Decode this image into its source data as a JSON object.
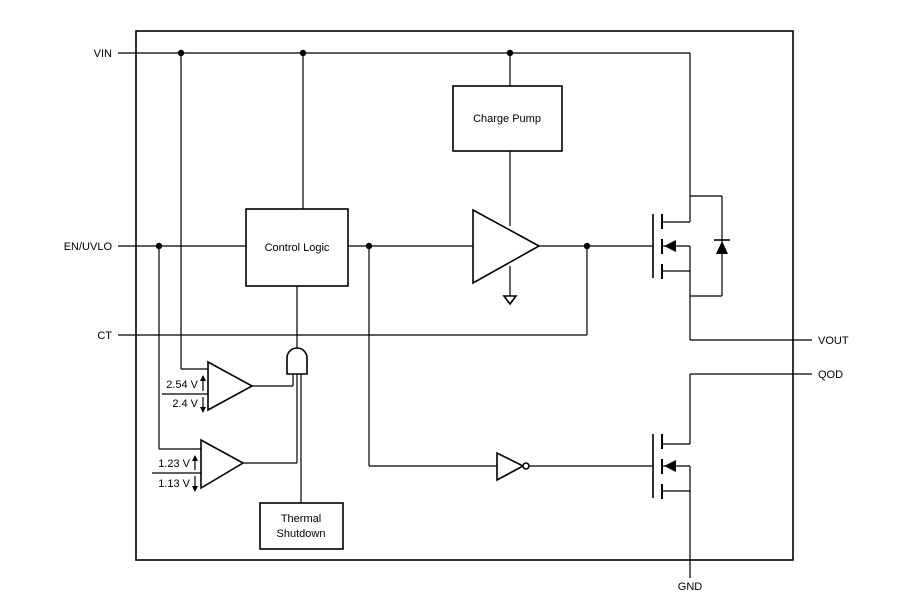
{
  "pins": {
    "vin": "VIN",
    "en_uvlo": "EN/UVLO",
    "ct": "CT",
    "vout": "VOUT",
    "qod": "QOD",
    "gnd": "GND"
  },
  "blocks": {
    "charge_pump": "Charge Pump",
    "control_logic": "Control Logic",
    "thermal_shutdown_line1": "Thermal",
    "thermal_shutdown_line2": "Shutdown"
  },
  "thresholds": {
    "uvlo_high": "2.54 V",
    "uvlo_low": "2.4 V",
    "en_high": "1.23 V",
    "en_low": "1.13 V"
  }
}
